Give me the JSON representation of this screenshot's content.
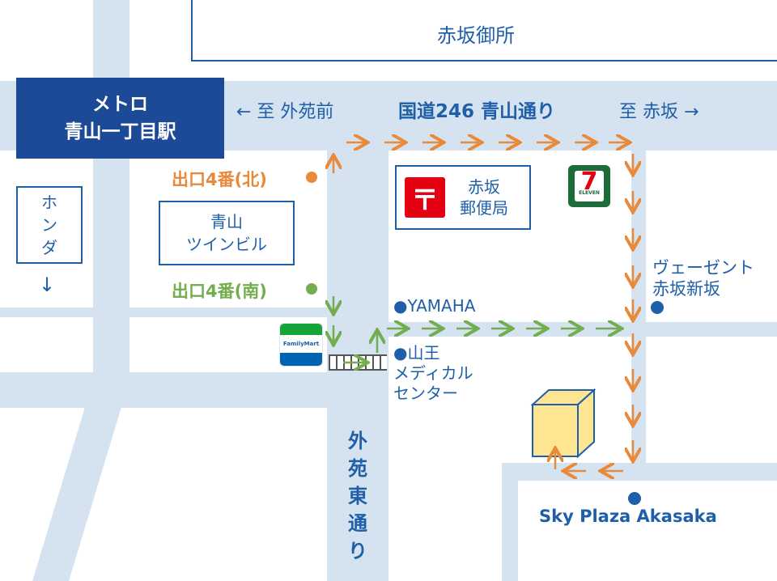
{
  "top_area": {
    "name": "赤坂御所"
  },
  "station": {
    "line1": "メトロ",
    "line2": "青山一丁目駅"
  },
  "route246": {
    "left": "← 至 外苑前",
    "center": "国道246 青山通り",
    "right": "至 赤坂 →"
  },
  "honda": {
    "line1": "ホ",
    "line2": "ン",
    "line3": "ダ",
    "arrow": "↓"
  },
  "exit_north": {
    "label": "出口4番(北)",
    "color": "#e98a3a"
  },
  "exit_south": {
    "label": "出口4番(南)",
    "color": "#72ad4f"
  },
  "aoyama_twin": {
    "line1": "青山",
    "line2": "ツインビル"
  },
  "post_office": {
    "line1": "赤坂",
    "line2": "郵便局",
    "mark": "〒"
  },
  "seven_eleven": {
    "mark": "7",
    "text": "ELEVEN"
  },
  "familymart": {
    "text": "FamilyMart"
  },
  "yamaha": {
    "label": "●YAMAHA"
  },
  "sanno": {
    "line1": "●山王",
    "line2": "メディカル",
    "line3": "センター"
  },
  "vergent": {
    "line1": "ヴェーゼント",
    "line2": "赤坂新坂"
  },
  "gaien_street": {
    "line1": "外",
    "line2": "苑",
    "line3": "東",
    "line4": "通",
    "line5": "り"
  },
  "sky_plaza": {
    "label": "Sky Plaza Akasaka"
  },
  "colors": {
    "road": "#d5e2f0",
    "station_bg": "#1c4a96",
    "text_blue": "#1f5fa8",
    "orange_route": "#e98a3a",
    "green_route": "#72ad4f",
    "building": "#fde592"
  }
}
